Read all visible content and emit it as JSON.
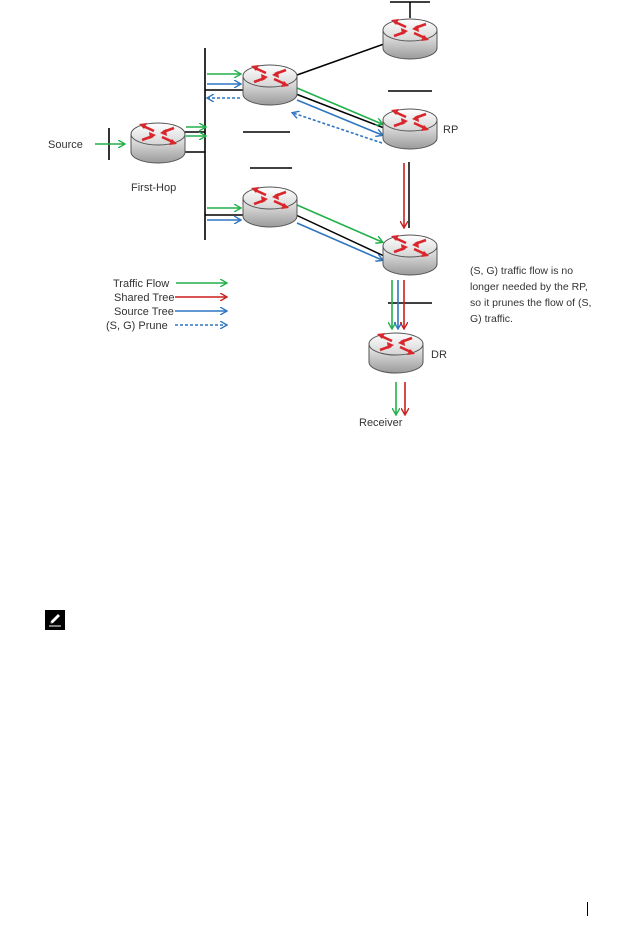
{
  "labels": {
    "source": "Source",
    "first_hop": "First-Hop",
    "rp": "RP",
    "dr": "DR",
    "receiver": "Receiver"
  },
  "legend": {
    "traffic_flow": "Traffic Flow",
    "shared_tree": "Shared Tree",
    "source_tree": "Source Tree",
    "sg_prune": "(S, G) Prune"
  },
  "annotation": [
    "(S, G) traffic flow is no",
    "longer needed by the RP,",
    "so it prunes the flow of (S,",
    "G) traffic."
  ],
  "colors": {
    "traffic_flow": "#22b04a",
    "shared_tree": "#cc1f1f",
    "source_tree": "#2f76c0",
    "prune": "#2f76c0",
    "router_arrow": "#d9262c"
  },
  "icons": {
    "router": "router-icon",
    "note": "note-pencil-icon"
  }
}
